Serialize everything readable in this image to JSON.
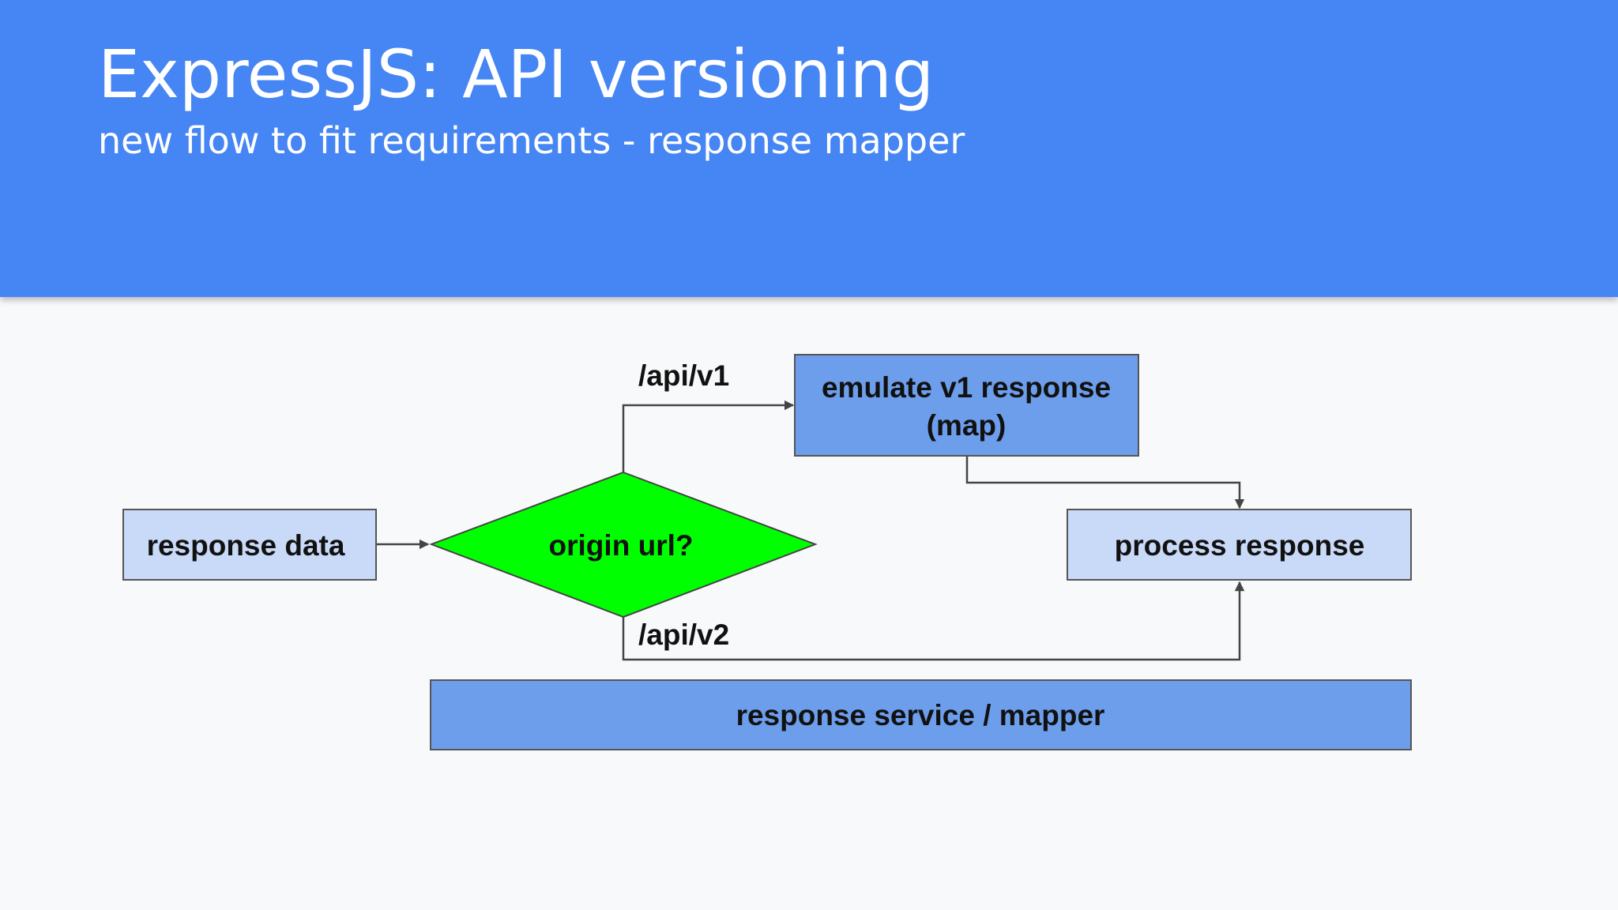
{
  "slide": {
    "title": "ExpressJS: API versioning",
    "subtitle": "new flow to fit requirements - response mapper"
  },
  "diagram": {
    "nodes": {
      "response_data": "response data",
      "origin_url": "origin url?",
      "emulate_v1_line1": "emulate v1 response",
      "emulate_v1_line2": "(map)",
      "process_response": "process response",
      "response_service": "response service / mapper"
    },
    "edges": {
      "v1_label": "/api/v1",
      "v2_label": "/api/v2"
    }
  },
  "colors": {
    "header": "#4685f4",
    "light_box": "#c9daf8",
    "mid_box": "#6d9eeb",
    "decision": "#00ff00",
    "stroke": "#444444"
  }
}
